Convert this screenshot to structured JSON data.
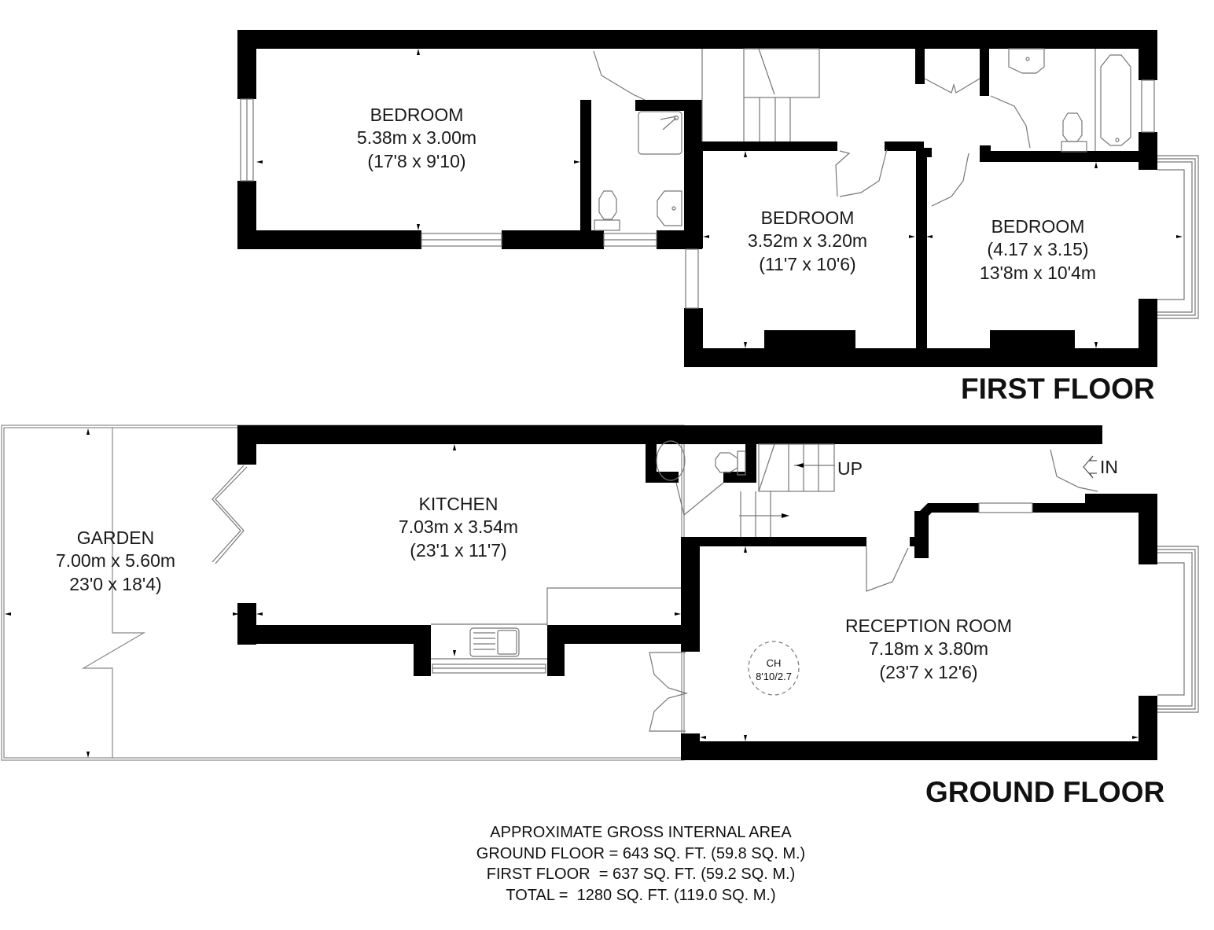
{
  "first_floor": {
    "title": "FIRST FLOOR",
    "rooms": [
      {
        "name": "BEDROOM",
        "metric": "5.38m x 3.00m",
        "imperial": "(17'8 x 9'10)"
      },
      {
        "name": "BEDROOM",
        "metric": "3.52m x 3.20m",
        "imperial": "(11'7 x 10'6)"
      },
      {
        "name": "BEDROOM",
        "metric": "(4.17 x 3.15)",
        "imperial": "13'8m x 10'4m"
      }
    ]
  },
  "ground_floor": {
    "title": "GROUND FLOOR",
    "rooms": [
      {
        "name": "GARDEN",
        "metric": "7.00m x 5.60m",
        "imperial": "23'0 x 18'4)"
      },
      {
        "name": "KITCHEN",
        "metric": "7.03m x 3.54m",
        "imperial": "(23'1 x 11'7)"
      },
      {
        "name": "RECEPTION ROOM",
        "metric": "7.18m x 3.80m",
        "imperial": "(23'7 x 12'6)"
      }
    ],
    "stairs_label": "UP",
    "entrance_label": "IN",
    "ceiling_height": {
      "label": "CH",
      "value": "8'10/2.7"
    }
  },
  "area_summary": {
    "heading": "APPROXIMATE GROSS INTERNAL AREA",
    "ground": "GROUND FLOOR = 643 SQ. FT. (59.8 SQ. M.)",
    "first": "FIRST FLOOR  = 637 SQ. FT. (59.2 SQ. M.)",
    "total": "TOTAL =  1280 SQ. FT. (119.0 SQ. M.)"
  },
  "colors": {
    "wall": "#000000",
    "fixture_line": "#777777",
    "background": "#ffffff"
  }
}
